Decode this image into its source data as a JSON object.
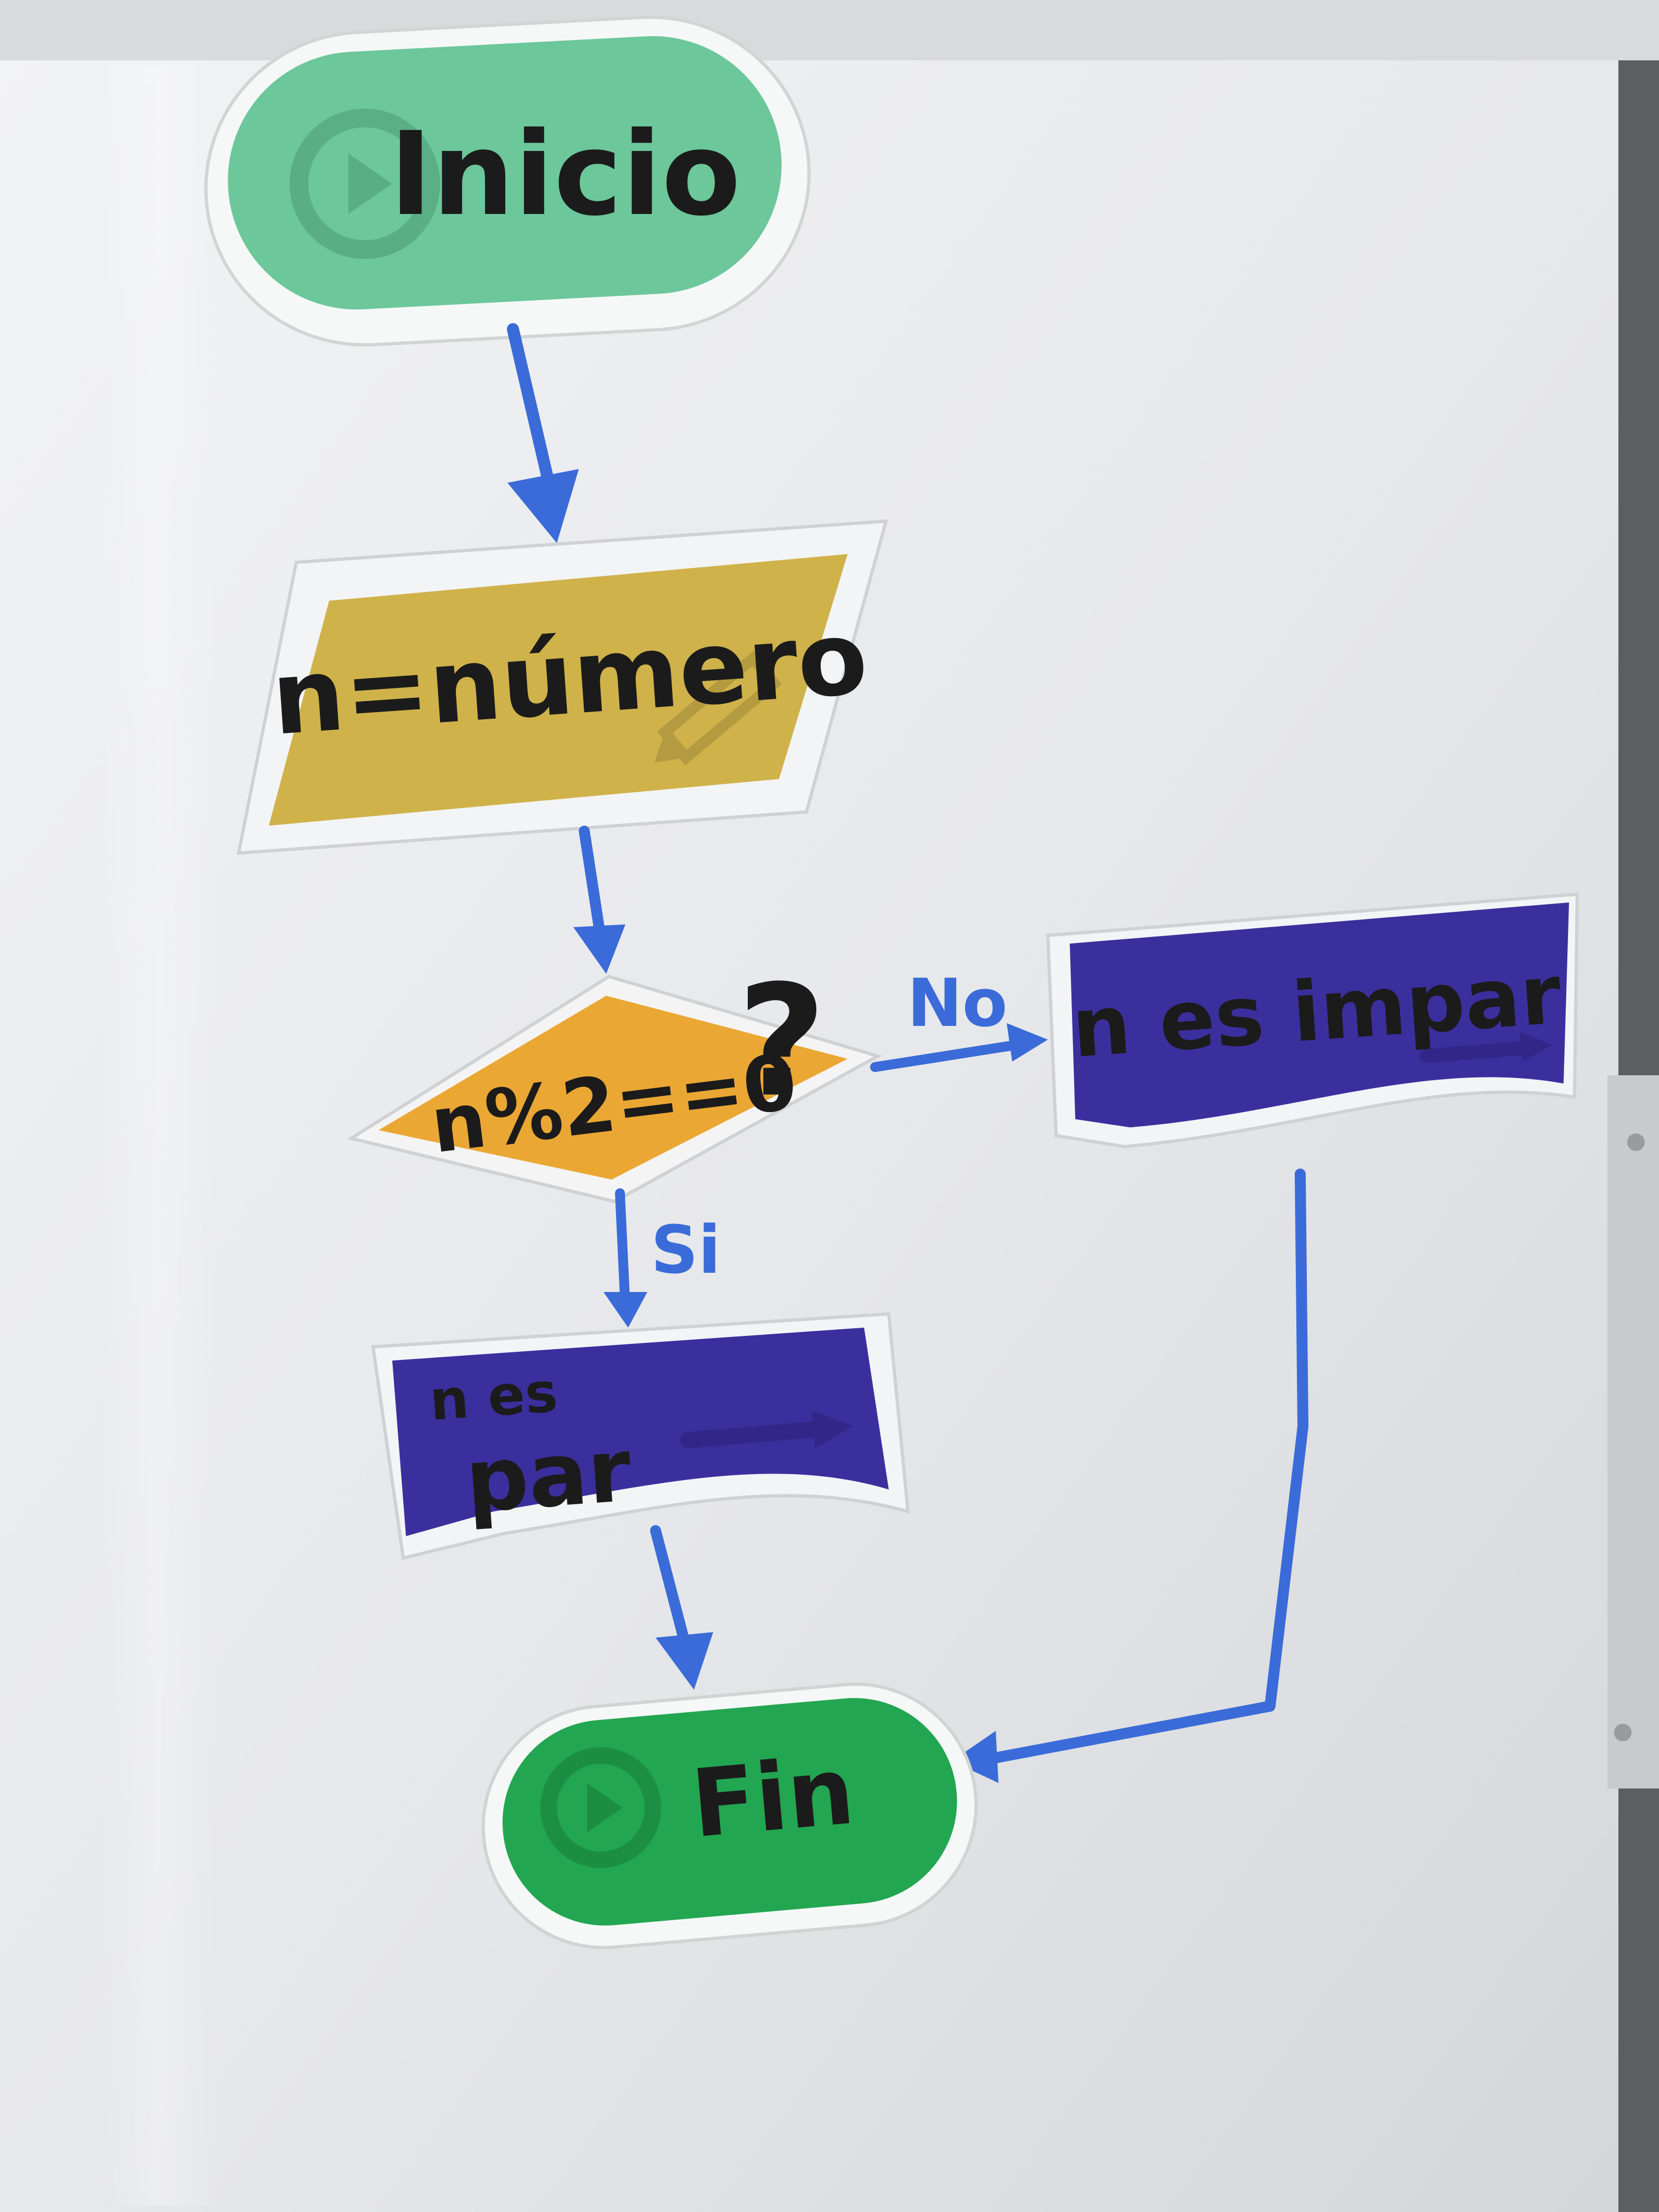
{
  "colors": {
    "board": "#e9eaec",
    "marker_blue": "#3a6bd8",
    "start_green": "#6cc79a",
    "end_green": "#22a651",
    "input_mustard": "#cfb24a",
    "decision_orange": "#eba733",
    "output_indigo": "#3b2f9e",
    "ink": "#1b1b1b"
  },
  "diagram": {
    "type": "flowchart",
    "nodes": [
      {
        "id": "start",
        "shape": "terminator",
        "icon": "play-circle-icon",
        "label": "Inicio"
      },
      {
        "id": "input",
        "shape": "parallelogram",
        "icon": "pencil-icon",
        "label": "n=número"
      },
      {
        "id": "decision",
        "shape": "diamond",
        "label": "n%2==0",
        "mark": "?"
      },
      {
        "id": "odd",
        "shape": "document",
        "icon": "arrow-right-icon",
        "label": "n es impar"
      },
      {
        "id": "even",
        "shape": "document",
        "icon": "arrow-right-icon",
        "label_line1": "n es",
        "label_line2": "par"
      },
      {
        "id": "end",
        "shape": "terminator",
        "icon": "play-circle-icon",
        "label": "Fin"
      }
    ],
    "edges": [
      {
        "from": "start",
        "to": "input",
        "label": ""
      },
      {
        "from": "input",
        "to": "decision",
        "label": ""
      },
      {
        "from": "decision",
        "to": "odd",
        "label": "No"
      },
      {
        "from": "decision",
        "to": "even",
        "label": "Si"
      },
      {
        "from": "even",
        "to": "end",
        "label": ""
      },
      {
        "from": "odd",
        "to": "end",
        "label": ""
      }
    ]
  }
}
